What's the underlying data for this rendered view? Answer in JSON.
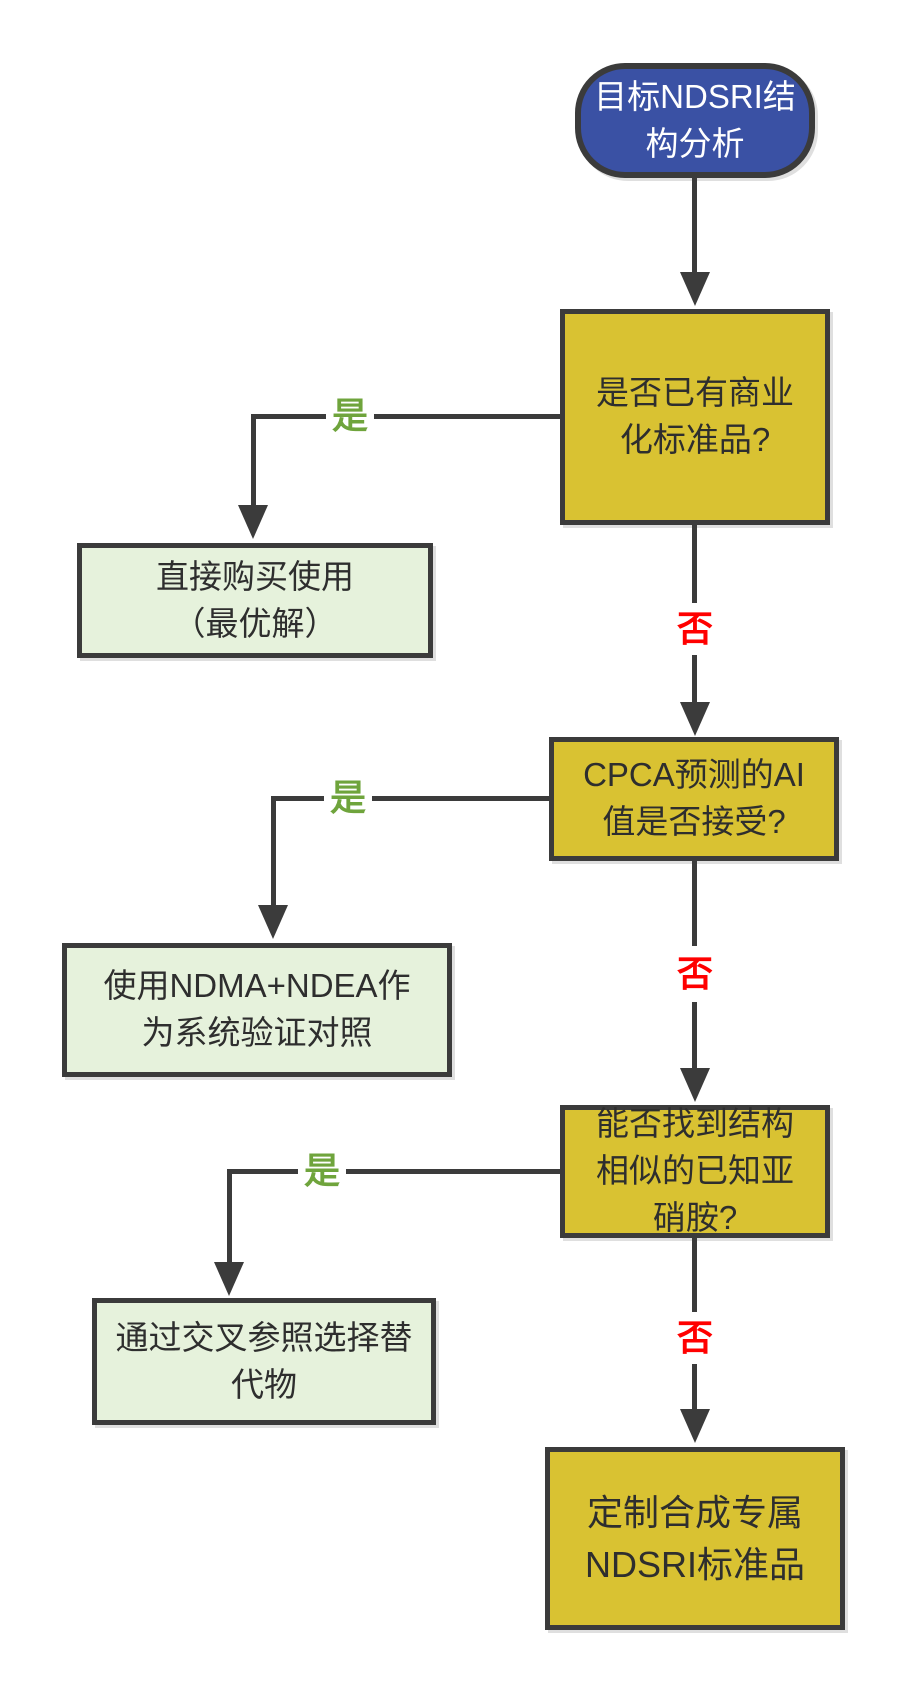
{
  "flowchart": {
    "start": {
      "label": "目标NDSRI结\n构分析"
    },
    "decision1": {
      "question": "是否已有商业\n化标准品?"
    },
    "result1": {
      "label": "直接购买使用\n（最优解）"
    },
    "decision2": {
      "question": "CPCA预测的AI\n值是否接受?"
    },
    "result2": {
      "label": "使用NDMA+NDEA作\n为系统验证对照"
    },
    "decision3": {
      "question": "能否找到结构\n相似的已知亚\n硝胺?"
    },
    "result3": {
      "label": "通过交叉参照选择替\n代物"
    },
    "final": {
      "label": "定制合成专属\nNDSRI标准品"
    },
    "branch_labels": {
      "yes1": "是",
      "no1": "否",
      "yes2": "是",
      "no2": "否",
      "yes3": "是",
      "no3": "否"
    },
    "colors": {
      "start_fill": "#3A51A4",
      "decision_fill": "#D9C232",
      "result_fill": "#E6F2DC",
      "line_color": "#3B3B3B",
      "yes_color": "#6FA43C",
      "no_color": "#FF0000"
    }
  }
}
